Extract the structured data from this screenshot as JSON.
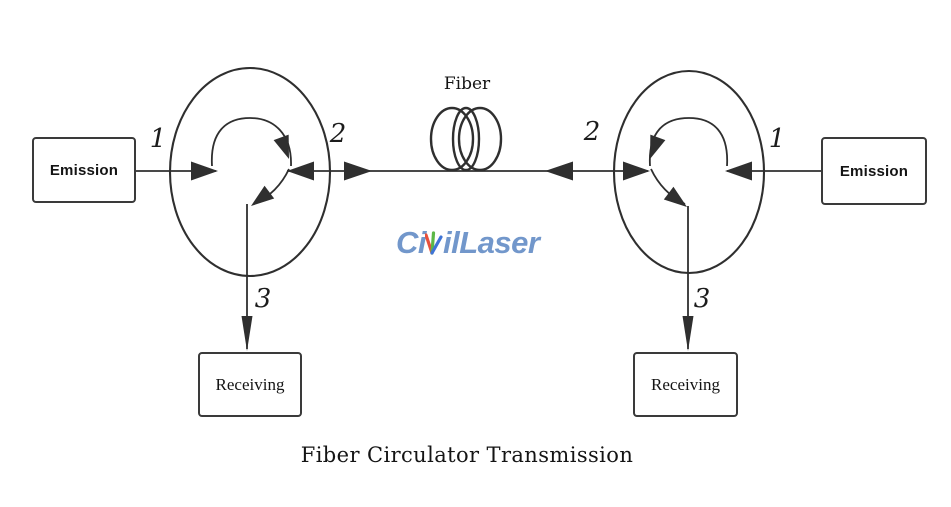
{
  "diagram": {
    "caption": "Fiber Circulator Transmission",
    "fiber_label": "Fiber",
    "left_system": {
      "emission_label": "Emission",
      "receiving_label": "Receiving",
      "port_1": "1",
      "port_2": "2",
      "port_3": "3"
    },
    "right_system": {
      "emission_label": "Emission",
      "receiving_label": "Receiving",
      "port_1": "1",
      "port_2": "2",
      "port_3": "3"
    },
    "watermark": {
      "full_text": "CivilLaser",
      "part_ci": "Ci",
      "part_il": "il",
      "part_laser": "Laser"
    },
    "colors": {
      "line": "#2f2f2f",
      "watermark_blue": "#7297cb",
      "logo_red": "#e8503c",
      "logo_green": "#5cb847",
      "logo_blue": "#3f74d6",
      "background": "#ffffff",
      "text": "#141414"
    }
  }
}
